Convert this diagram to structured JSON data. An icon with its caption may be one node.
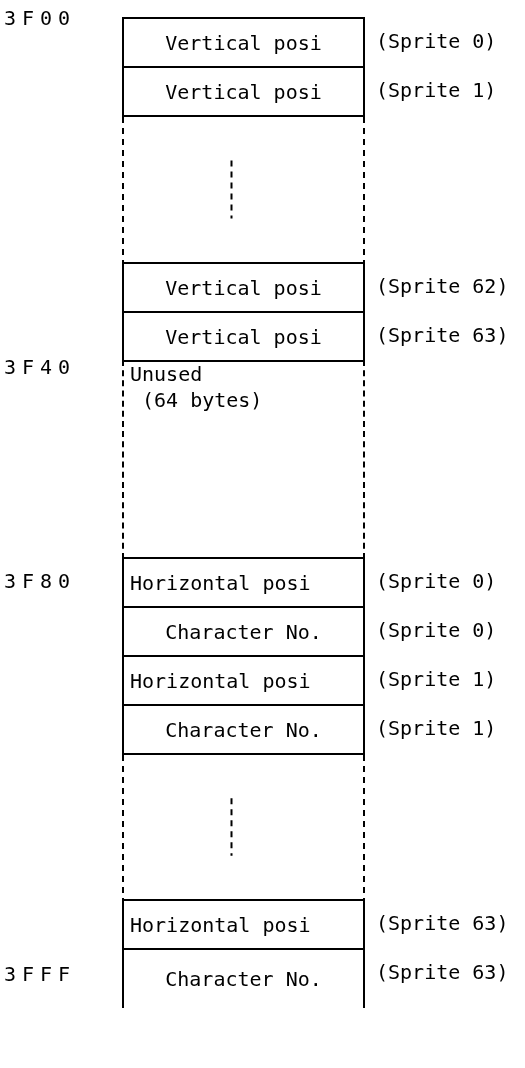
{
  "diagram": {
    "nodes": [
      {
        "text": [
          "Vertical posi"
        ],
        "beside": [
          "(Sprite 0)"
        ]
      },
      {
        "text": [
          "Vertical posi"
        ],
        "beside": [
          "(Sprite 1)"
        ]
      },
      {
        "text": [
          "Vertical posi"
        ],
        "beside": [
          "(Sprite 62)"
        ]
      },
      {
        "text": [
          "Vertical posi"
        ],
        "beside": [
          "(Sprite 63)"
        ]
      },
      {
        "text": [
          "Unused",
          "(64 bytes)"
        ]
      },
      {
        "text": [
          "Horizontal posi"
        ],
        "beside": [
          "(Sprite 0)"
        ]
      },
      {
        "text": [
          "Character No."
        ],
        "beside": [
          "(Sprite 0)"
        ]
      },
      {
        "text": [
          "Horizontal posi"
        ],
        "beside": [
          "(Sprite 1)"
        ]
      },
      {
        "text": [
          "Character No."
        ],
        "beside": [
          "(Sprite 1)"
        ]
      },
      {
        "text": [
          "Horizontal posi"
        ],
        "beside": [
          "(Sprite 63)"
        ]
      },
      {
        "text": [
          "Character No."
        ],
        "beside": [
          "(Sprite 63)"
        ]
      }
    ],
    "edges": [],
    "labels": [
      "3F00",
      "3F40",
      "3F80",
      "3FFF"
    ]
  }
}
